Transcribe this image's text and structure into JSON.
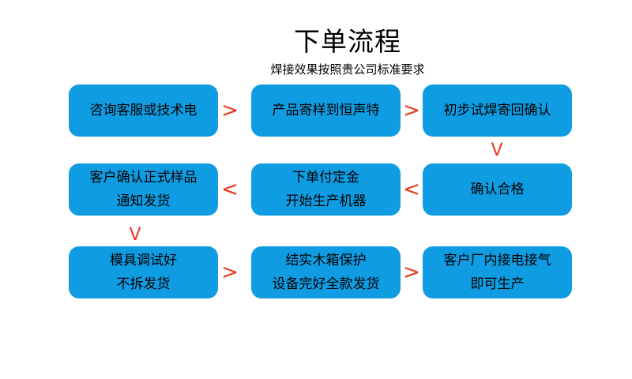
{
  "header": {
    "title": "下单流程",
    "subtitle": "焊接效果按照贵公司标准要求"
  },
  "colors": {
    "node_fill": "#0F9CE2",
    "node_text": "#000000",
    "connector": "#E8391E",
    "background": "#FFFFFF"
  },
  "flow": {
    "row1": [
      {
        "id": "node-consult",
        "lines": [
          "咨询客服或技术电"
        ]
      },
      {
        "id": "node-send-sample",
        "lines": [
          "产品寄样到恒声特"
        ]
      },
      {
        "id": "node-trial-weld",
        "lines": [
          "初步试焊寄回确认"
        ]
      }
    ],
    "row2": [
      {
        "id": "node-confirm-sample",
        "lines": [
          "客户确认正式样品",
          "通知发货"
        ]
      },
      {
        "id": "node-deposit",
        "lines": [
          "下单付定金",
          "开始生产机器"
        ]
      },
      {
        "id": "node-qualified",
        "lines": [
          "确认合格"
        ]
      }
    ],
    "row3": [
      {
        "id": "node-mold-ready",
        "lines": [
          "模具调试好",
          "不拆发货"
        ]
      },
      {
        "id": "node-wooden-case",
        "lines": [
          "结实木箱保护",
          "设备完好全款发货"
        ]
      },
      {
        "id": "node-onsite-setup",
        "lines": [
          "客户厂内接电接气",
          "即可生产"
        ]
      }
    ]
  },
  "connectors": {
    "right": ">",
    "left": "<",
    "down": "V"
  }
}
